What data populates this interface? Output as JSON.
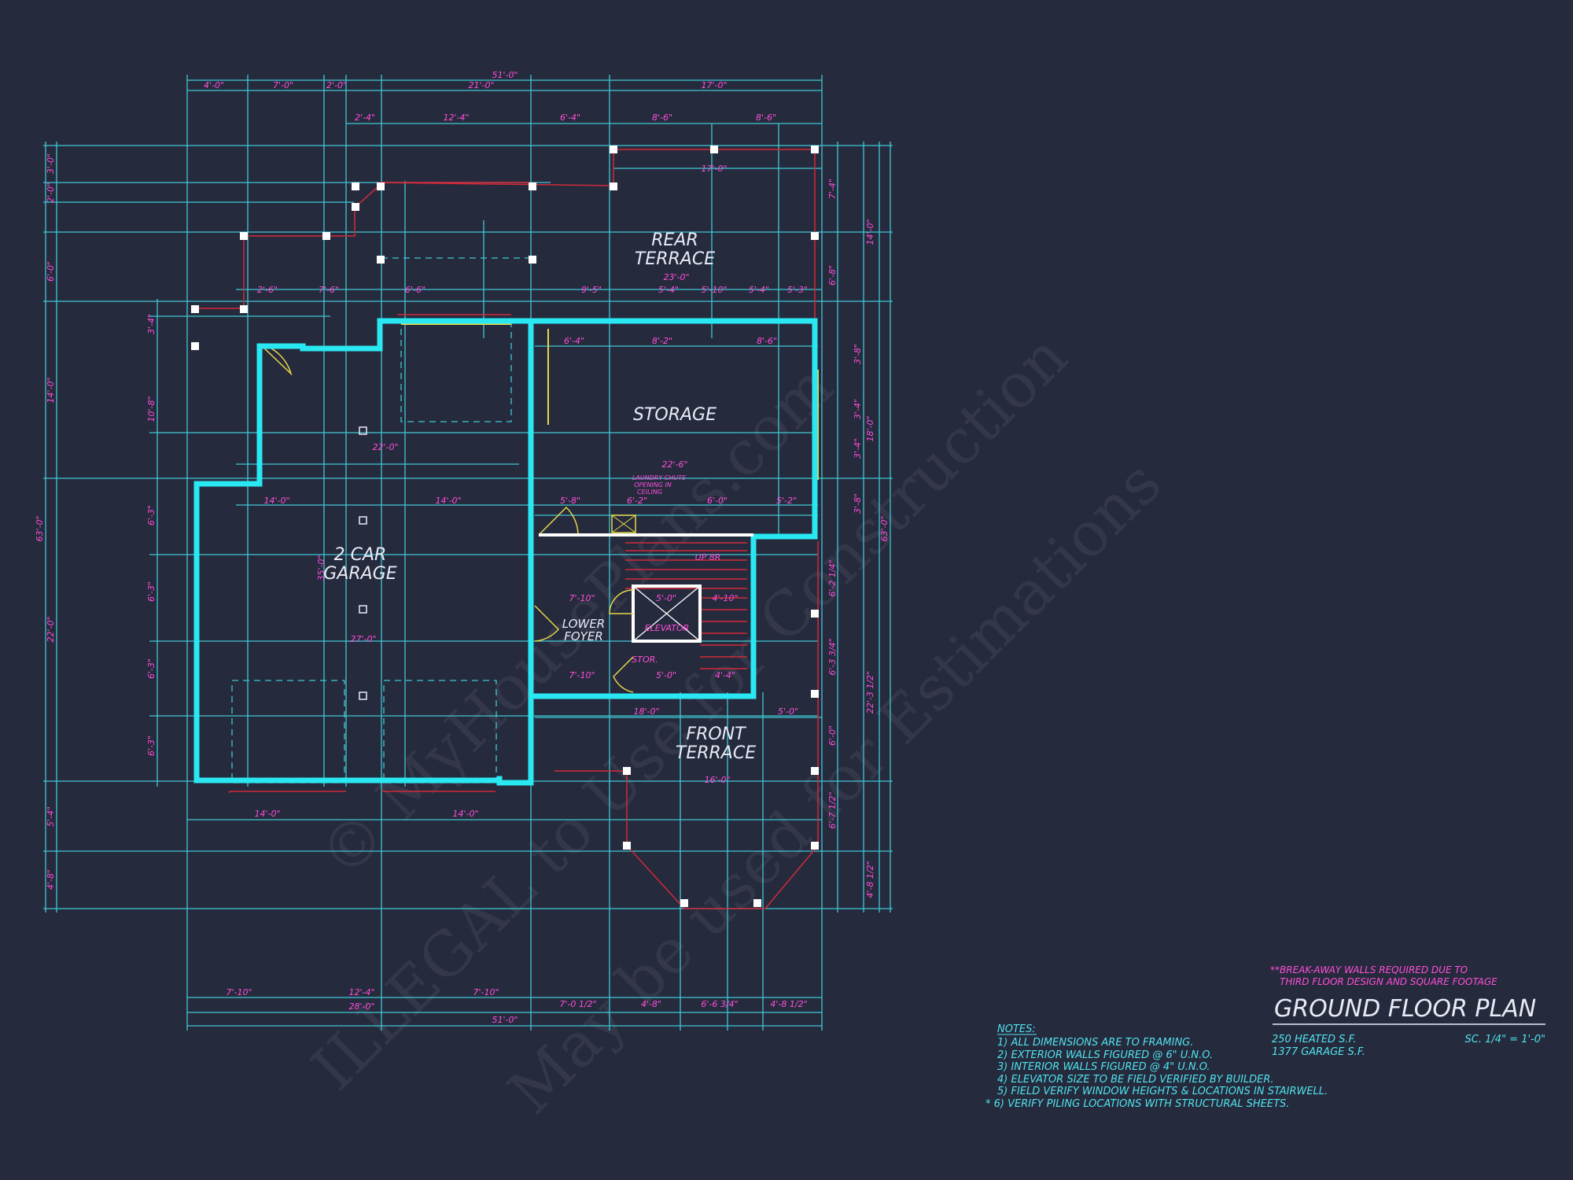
{
  "plan": {
    "title": "GROUND FLOOR PLAN",
    "heated": "250 HEATED S.F.",
    "garage": "1377 GARAGE S.F.",
    "scale": "SC. 1/4\" = 1'-0\"",
    "warning_1": "**BREAK-AWAY WALLS REQUIRED DUE TO",
    "warning_2": "THIRD FLOOR DESIGN AND SQUARE FOOTAGE"
  },
  "notes": {
    "heading": "NOTES:",
    "items": [
      "1) ALL DIMENSIONS ARE TO FRAMING.",
      "2) EXTERIOR WALLS FIGURED @ 6\" U.N.O.",
      "3) INTERIOR WALLS FIGURED @ 4\" U.N.O.",
      "4) ELEVATOR SIZE TO BE FIELD VERIFIED BY BUILDER.",
      "5) FIELD VERIFY WINDOW HEIGHTS & LOCATIONS IN STAIRWELL.",
      "* 6) VERIFY PILING LOCATIONS WITH STRUCTURAL SHEETS."
    ]
  },
  "rooms": {
    "rear_terrace_1": "REAR",
    "rear_terrace_2": "TERRACE",
    "storage": "STORAGE",
    "garage_1": "2 CAR",
    "garage_2": "GARAGE",
    "foyer_1": "LOWER",
    "foyer_2": "FOYER",
    "elevator": "ELEVATOR",
    "stor": "STOR.",
    "front_terrace_1": "FRONT",
    "front_terrace_2": "TERRACE",
    "up": "UP 8R",
    "laundry_1": "LAUNDRY CHUTE",
    "laundry_2": "OPENING IN",
    "laundry_3": "CEILING"
  },
  "dims": {
    "top_overall": "51'-0\"",
    "top_row": [
      "4'-0\"",
      "7'-0\"",
      "2'-0\"",
      "21'-0\"",
      "17'-0\""
    ],
    "top_row2": [
      "2'-4\"",
      "12'-4\"",
      "6'-4\"",
      "8'-6\"",
      "8'-6\""
    ],
    "rear_width": "17'-0\"",
    "rear_depth": "23'-0\"",
    "row3": [
      "2'-6\"",
      "7'-6\"",
      "6'-6\"",
      "9'-5\"",
      "5'-4\"",
      "5'-10\"",
      "5'-4\"",
      "5'-3\""
    ],
    "storage_top": [
      "6'-4\"",
      "8'-2\"",
      "8'-6\""
    ],
    "storage_depth": "22'-6\"",
    "garage_22": "22'-0\"",
    "garage_14a": "14'-0\"",
    "garage_14b": "14'-0\"",
    "garage_27": "27'-0\"",
    "garage_height": "35'-0\"",
    "foyer_dims": [
      "5'-8\"",
      "6'-2\"",
      "6'-0\"",
      "5'-2\"",
      "7'-10\"",
      "5'-0\"",
      "4'-10\"",
      "7'-10\"",
      "5'-0\"",
      "4'-4\""
    ],
    "front_18": "18'-0\"",
    "front_16": "16'-0\"",
    "front_5": "5'-0\"",
    "bottom_14a": "14'-0\"",
    "bottom_14b": "14'-0\"",
    "bottom_row": [
      "7'-10\"",
      "12'-4\"",
      "7'-10\"",
      "7'-0 1/2\"",
      "4'-8\"",
      "6'-6 3/4\"",
      "4'-8 1/2\""
    ],
    "bottom_28": "28'-0\"",
    "bottom_overall": "51'-0\"",
    "left_overall": "63'-0\"",
    "left_col": [
      "3'-0\"",
      "2'-0\"",
      "6'-0\"",
      "14'-0\"",
      "22'-0\"",
      "5'-4\"",
      "4'-8\""
    ],
    "left_col2": [
      "3'-4\"",
      "10'-8\"",
      "6'-3\"",
      "6'-3\"",
      "6'-3\"",
      "6'-3\""
    ],
    "right_overall": "63'-0\"",
    "right_col": [
      "7'-4\"",
      "6'-8\"",
      "3'-8\"",
      "3'-4\"",
      "3'-4\"",
      "3'-8\"",
      "6'-2 1/4\"",
      "6'-3 3/4\"",
      "6'-0\"",
      "6'-7 1/2\"",
      "4'-8 1/2\""
    ],
    "right_col2": [
      "14'-0\"",
      "18'-0\"",
      "22'-3 1/2\""
    ]
  },
  "watermark": {
    "line1": "© MyHousePlans.com",
    "line2": "ILLEGAL to Use for Construction",
    "line3": "May be used for Estimations"
  }
}
